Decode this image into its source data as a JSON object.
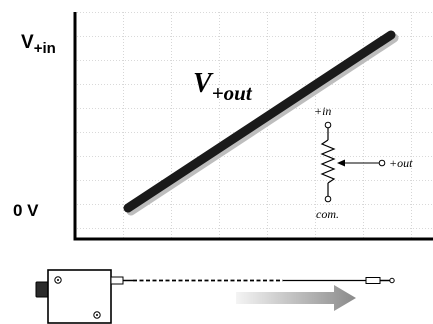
{
  "y_axis": {
    "top_label": "V+in",
    "top_label_main": "V",
    "top_label_sub": "+in",
    "bottom_label": "0 V"
  },
  "line_label": {
    "main": "V",
    "sub": "+out"
  },
  "potentiometer": {
    "top_terminal": "+in",
    "wiper_terminal": "+out",
    "bottom_terminal": "com."
  },
  "chart_data": {
    "type": "line",
    "x": [
      0,
      1
    ],
    "y": [
      0,
      1
    ],
    "series": [
      {
        "values": [
          0,
          1
        ]
      }
    ],
    "grid": true,
    "ylabel_top": "V+in",
    "ylabel_bottom": "0 V"
  },
  "colors": {
    "line": "#1a1a1a",
    "line_shadow": "#bdbdbd",
    "grid": "#9a9a9a",
    "axis": "#000000",
    "arrow_light": "#f2f2f2",
    "arrow_dark": "#8f8f8f"
  },
  "icons": [
    "string-pot-sensor-icon",
    "motion-arrow-icon",
    "potentiometer-schematic-icon"
  ]
}
